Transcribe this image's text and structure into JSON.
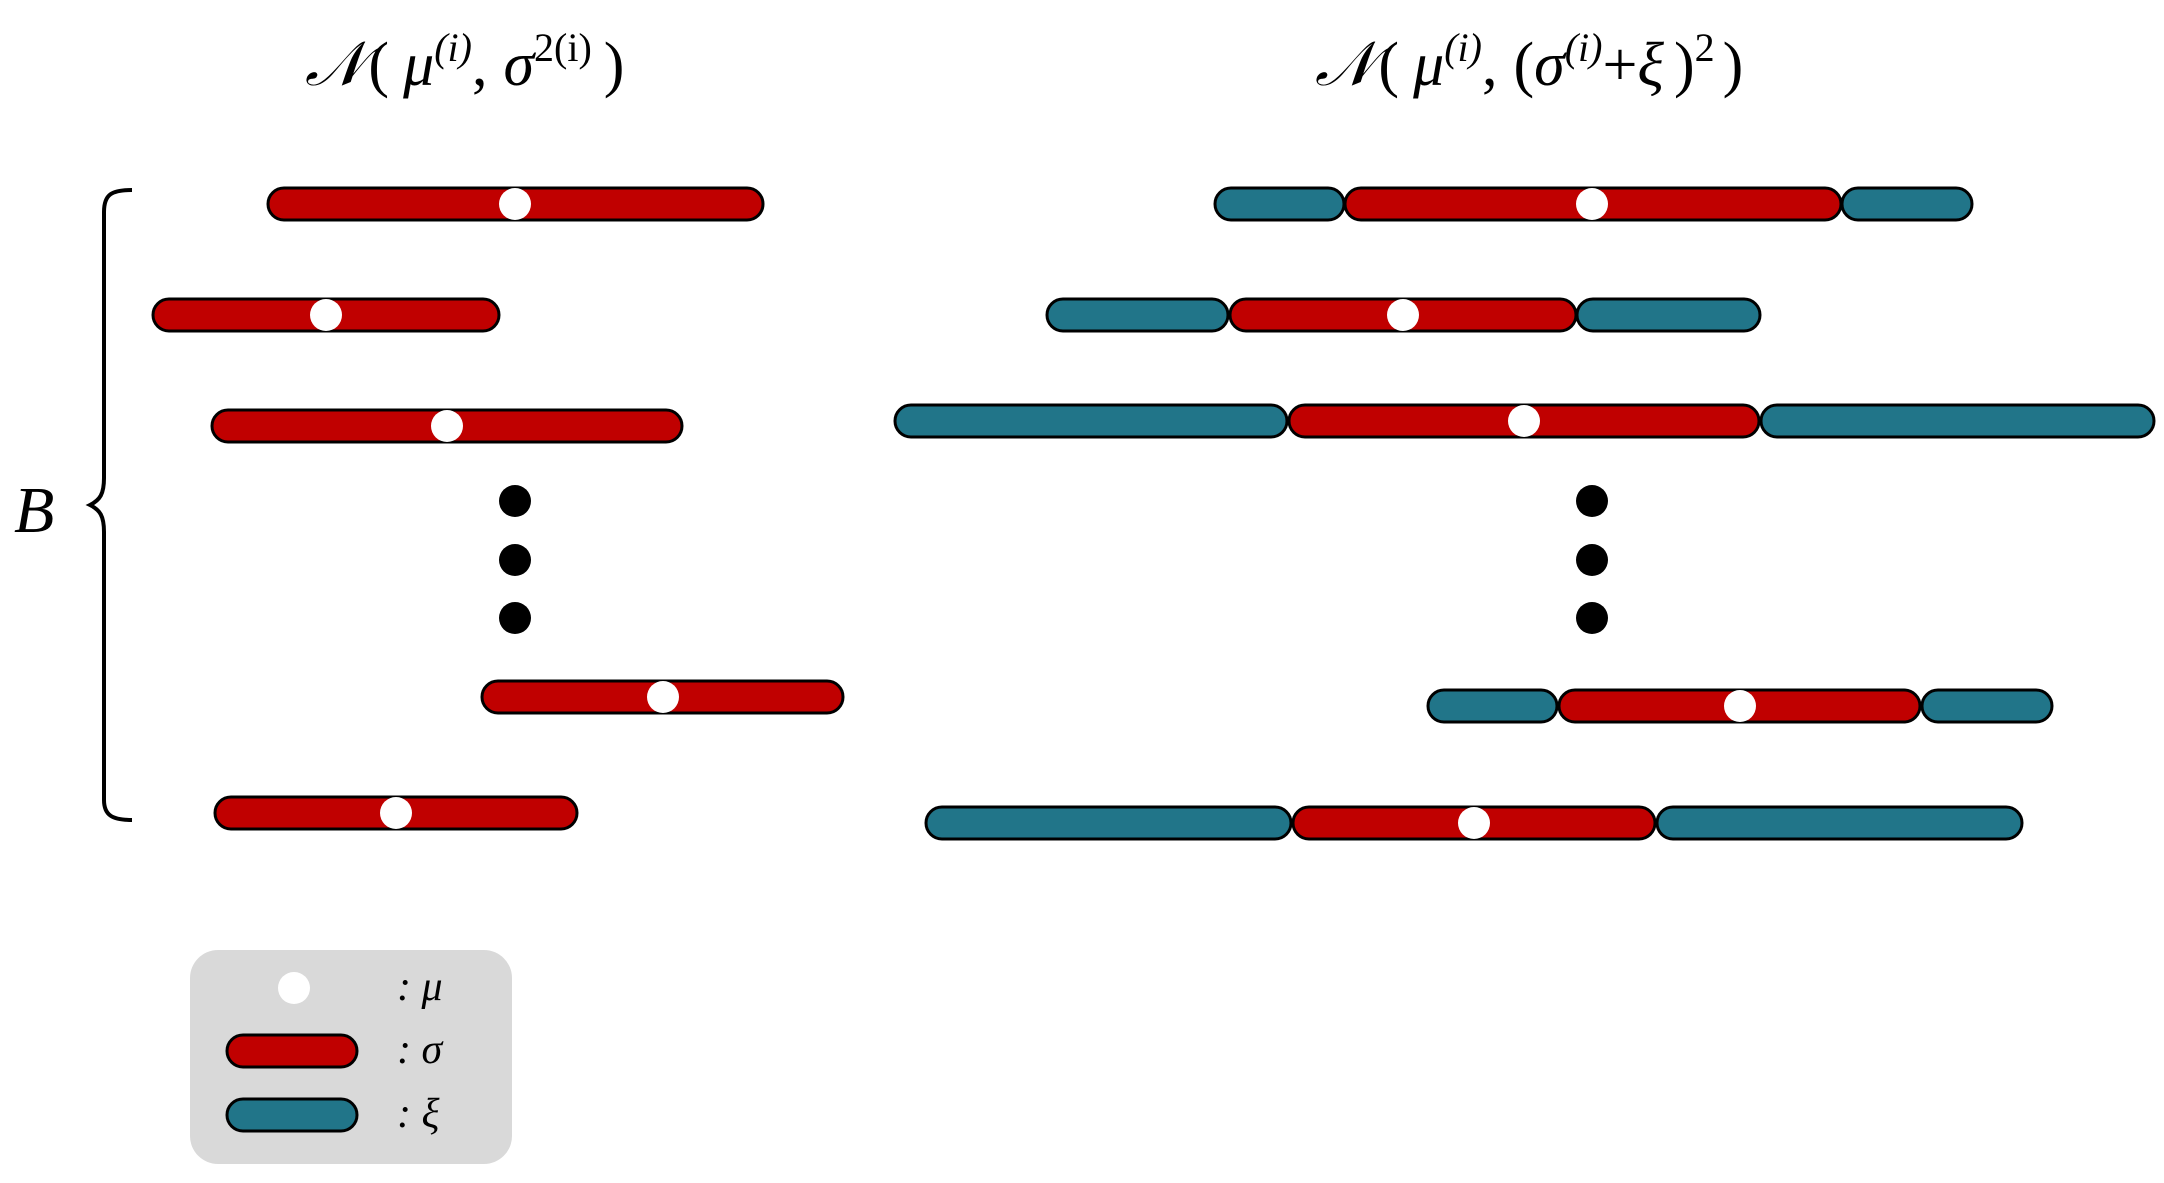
{
  "titles": {
    "left": {
      "N": "𝒩",
      "open": "(",
      "mu": "μ",
      "mu_sup": "(i)",
      "comma": ",",
      "sigma": "σ",
      "sigma_sup": "2(i)",
      "close": ")"
    },
    "right": {
      "N": "𝒩",
      "open": "(",
      "mu": "μ",
      "mu_sup": "(i)",
      "comma": ",",
      "paren_open": "(",
      "sigma": "σ",
      "sigma_sup": "(i)",
      "plus": "+",
      "xi": "ξ",
      "paren_close": ")",
      "square": "2",
      "close": ")"
    }
  },
  "brace_label": "B",
  "legend": {
    "mu_label": ": μ",
    "sigma_label": ": σ",
    "xi_label": ": ξ"
  },
  "colors": {
    "sigma": "#c00000",
    "xi": "#217589",
    "mu": "#ffffff",
    "outline": "#000000",
    "legend_bg": "#d9d9d9"
  }
}
